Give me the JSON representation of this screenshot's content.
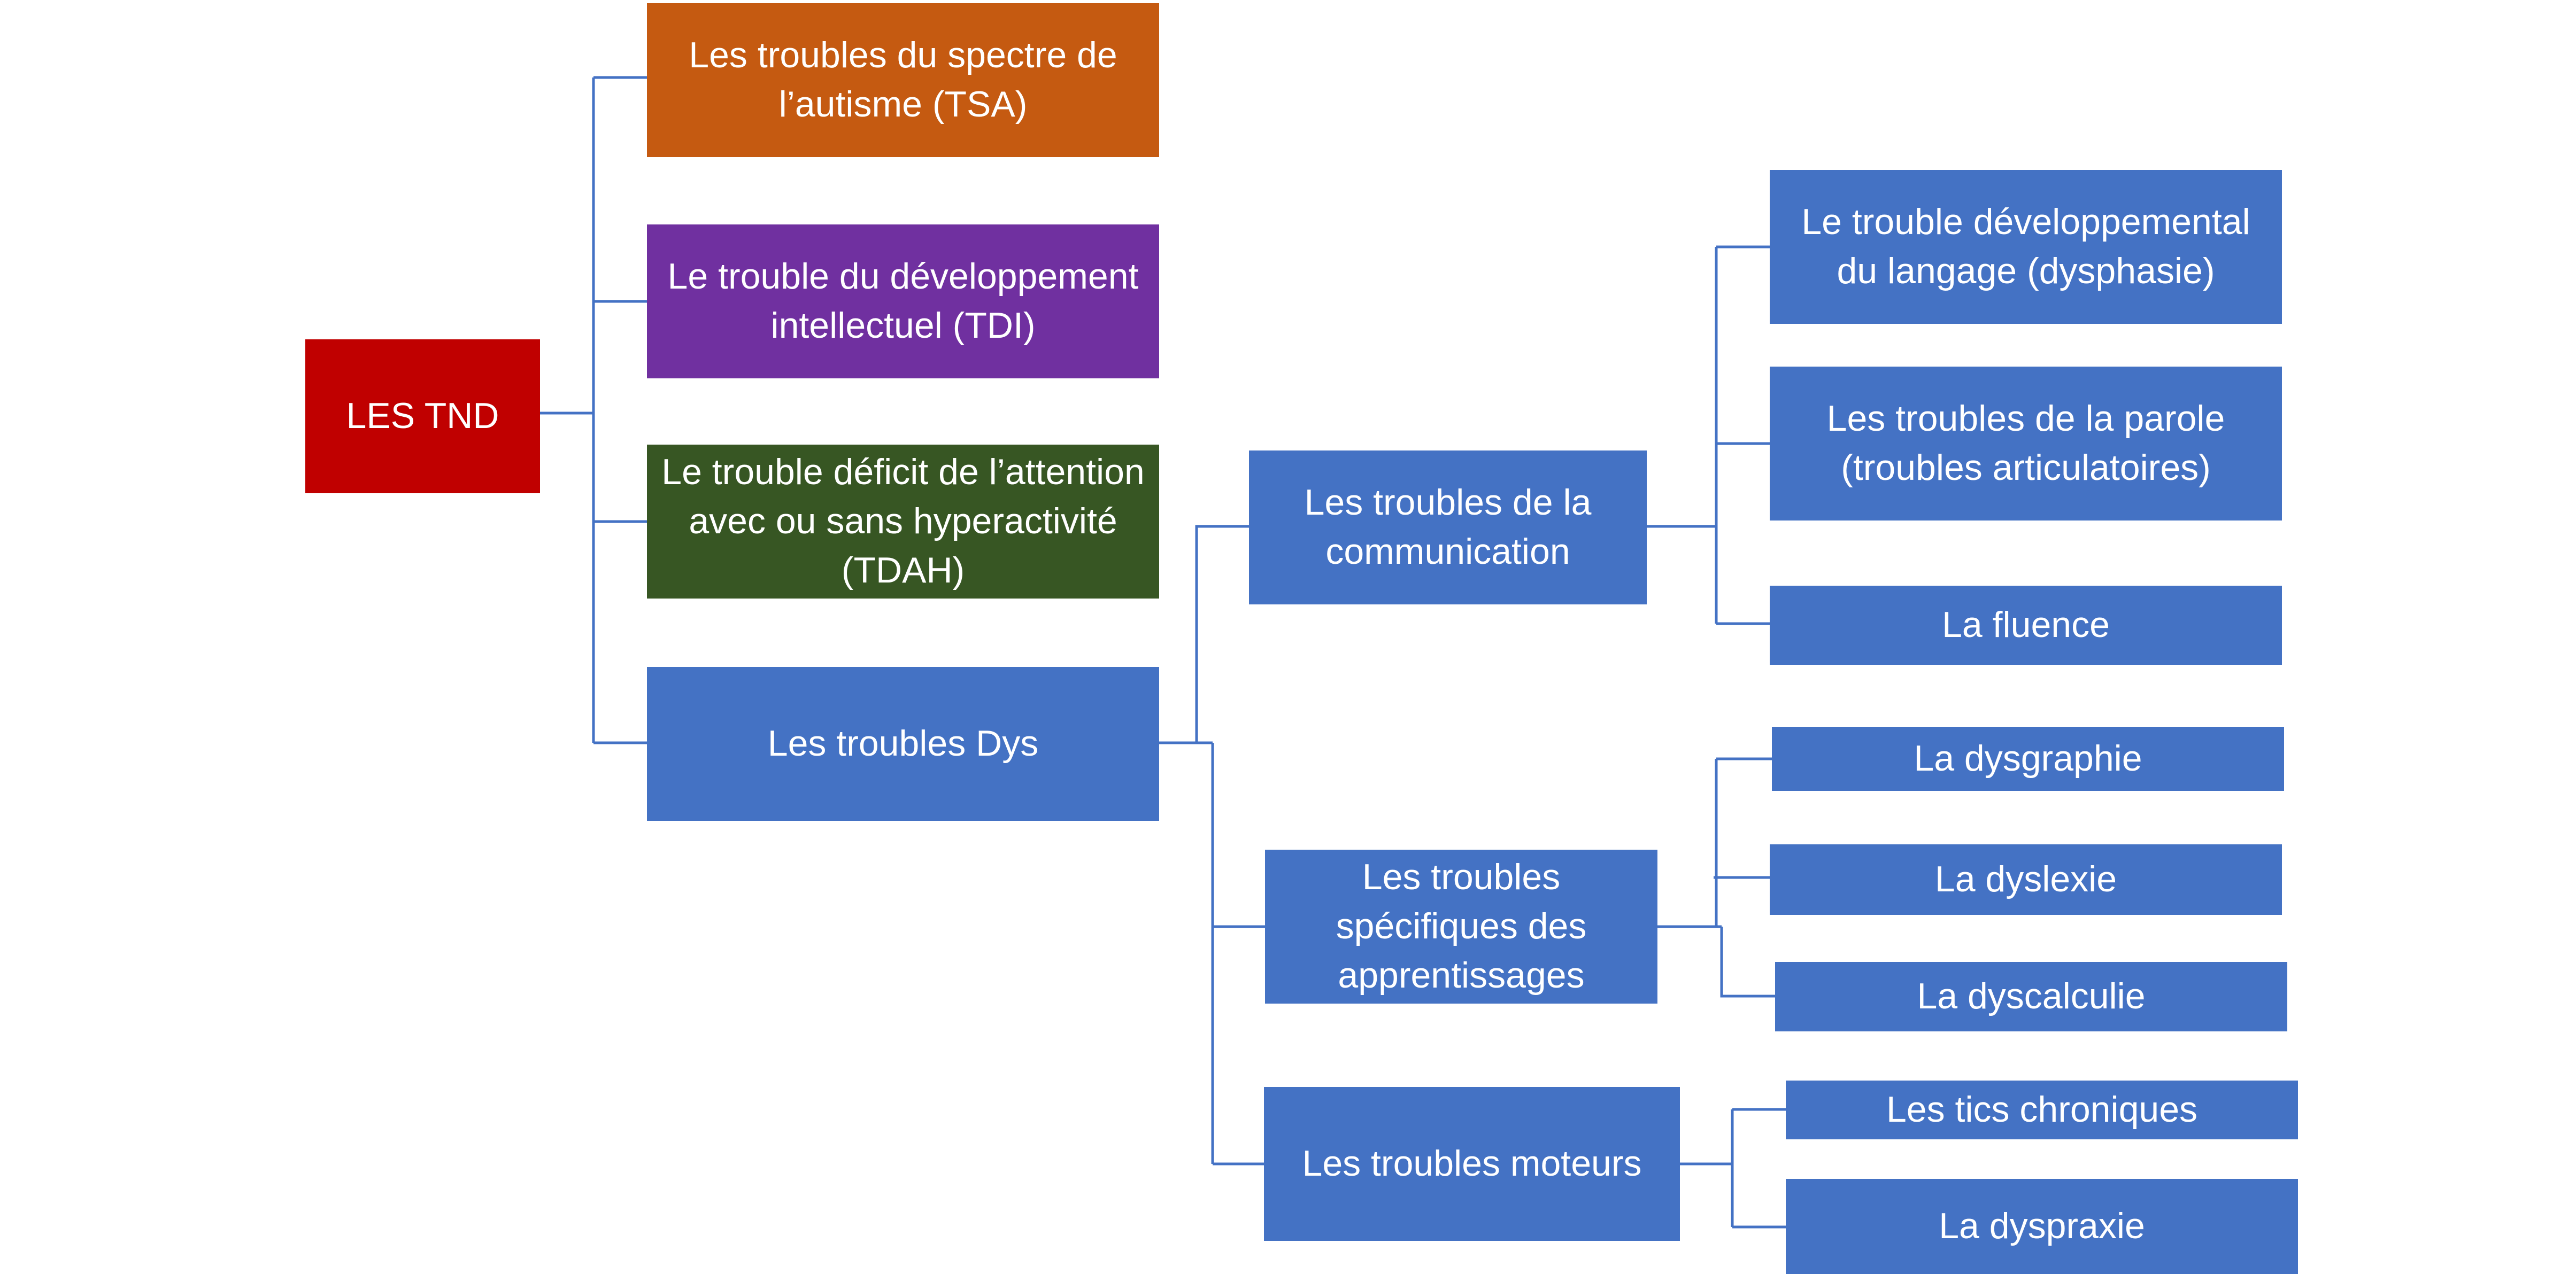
{
  "colors": {
    "root": "#c00000",
    "tsa": "#c55a11",
    "tdi": "#7030a0",
    "tdah": "#375623",
    "blue": "#4472c4",
    "connector": "#4472c4"
  },
  "nodes": {
    "root": "LES TND",
    "tsa": "Les troubles du spectre de l’autisme (TSA)",
    "tdi": "Le trouble du développement intellectuel (TDI)",
    "tdah": "Le trouble déficit de l’attention avec ou sans hyperactivité (TDAH)",
    "dys": "Les troubles Dys",
    "communication": "Les  troubles de la communication",
    "apprentissages": "Les  troubles spécifiques des apprentissages",
    "moteurs": "Les troubles moteurs",
    "dysphasie": "Le  trouble développemental du langage (dysphasie)",
    "parole": "Les troubles de la parole (troubles articulatoires)",
    "fluence": "La fluence",
    "dysgraphie": "La dysgraphie",
    "dyslexie": "La dyslexie",
    "dyscalculie": "La dyscalculie",
    "tics": "Les  tics chroniques",
    "dyspraxie": "La dyspraxie"
  }
}
